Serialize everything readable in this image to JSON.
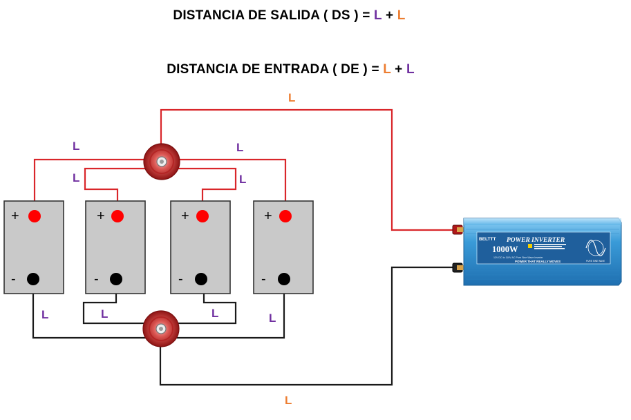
{
  "titles": {
    "output": {
      "prefix": "DISTANCIA DE SALIDA ( DS ) = ",
      "a": "L",
      "plus": " + ",
      "b": "L"
    },
    "input": {
      "prefix": "DISTANCIA DE ENTRADA ( DE ) = ",
      "a": "L",
      "plus": " + ",
      "b": "L"
    }
  },
  "wire_label": "L",
  "terminal_signs": {
    "positive": "+",
    "negative": "-"
  },
  "inverter": {
    "brand": "BELTTT",
    "title": "POWER INVERTER",
    "power": "1000W",
    "subtitle": "12V DC to 110V AC Pure Sine Wave Inverter",
    "slogan": "POWER THAT REALLY MOVES",
    "wave_label": "PURE SINE WAVE"
  },
  "colors": {
    "positive_wire": "#d9262a",
    "negative_wire": "#1a1a1a",
    "battery_fill": "#c9c9c9",
    "positive_terminal": "#ff0000",
    "negative_terminal": "#000000",
    "label_purple": "#7030a0",
    "label_orange": "#ed7d31",
    "inverter_blue": "#3a9bd8"
  }
}
